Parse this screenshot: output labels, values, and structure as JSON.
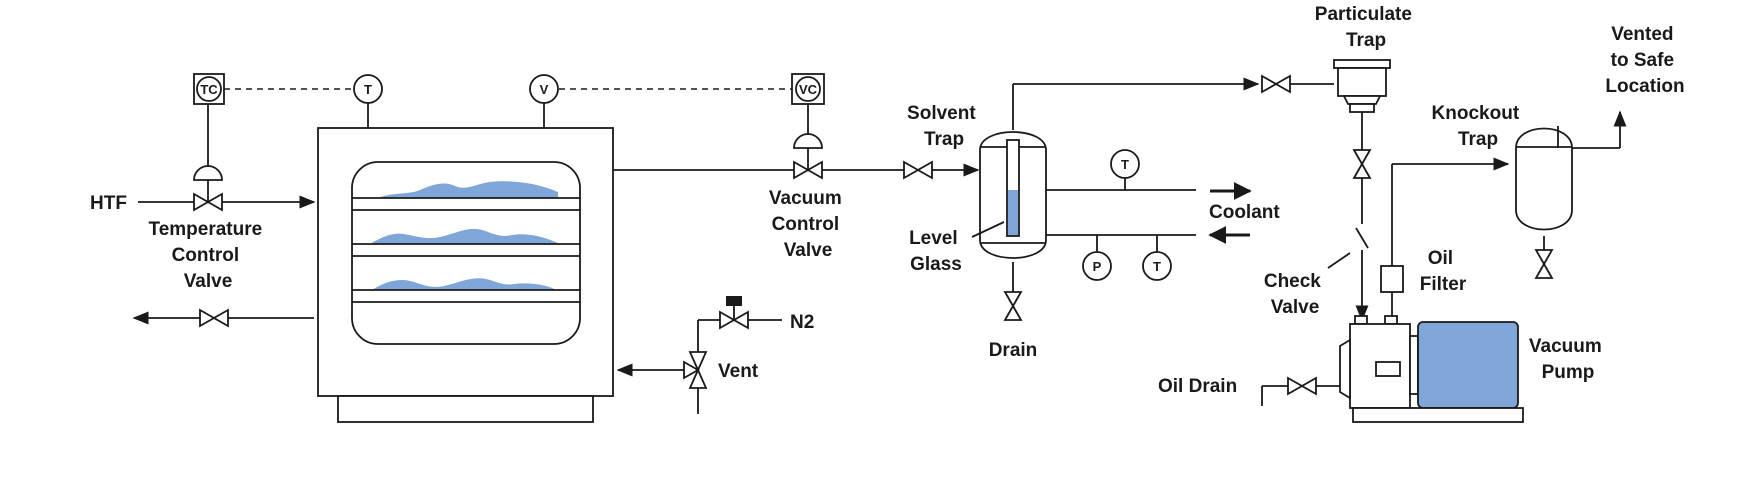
{
  "labels": {
    "htf": "HTF",
    "temp_control_valve": [
      "Temperature",
      "Control",
      "Valve"
    ],
    "vacuum_control_valve": [
      "Vacuum",
      "Control",
      "Valve"
    ],
    "solvent_trap": [
      "Solvent",
      "Trap"
    ],
    "level_glass": [
      "Level",
      "Glass"
    ],
    "drain": "Drain",
    "coolant": "Coolant",
    "particulate_trap": [
      "Particulate",
      "Trap"
    ],
    "vented": [
      "Vented",
      "to Safe",
      "Location"
    ],
    "knockout_trap": [
      "Knockout",
      "Trap"
    ],
    "check_valve": [
      "Check",
      "Valve"
    ],
    "oil_filter": [
      "Oil",
      "Filter"
    ],
    "vacuum_pump": [
      "Vacuum",
      "Pump"
    ],
    "oil_drain": "Oil Drain",
    "n2": "N2",
    "vent": "Vent"
  },
  "instruments": {
    "tc": "TC",
    "vc": "VC",
    "t": "T",
    "v": "V",
    "p": "P"
  },
  "colors": {
    "product": "#7fa6d9",
    "pump": "#7fa6d9",
    "line": "#1a1a1a"
  }
}
